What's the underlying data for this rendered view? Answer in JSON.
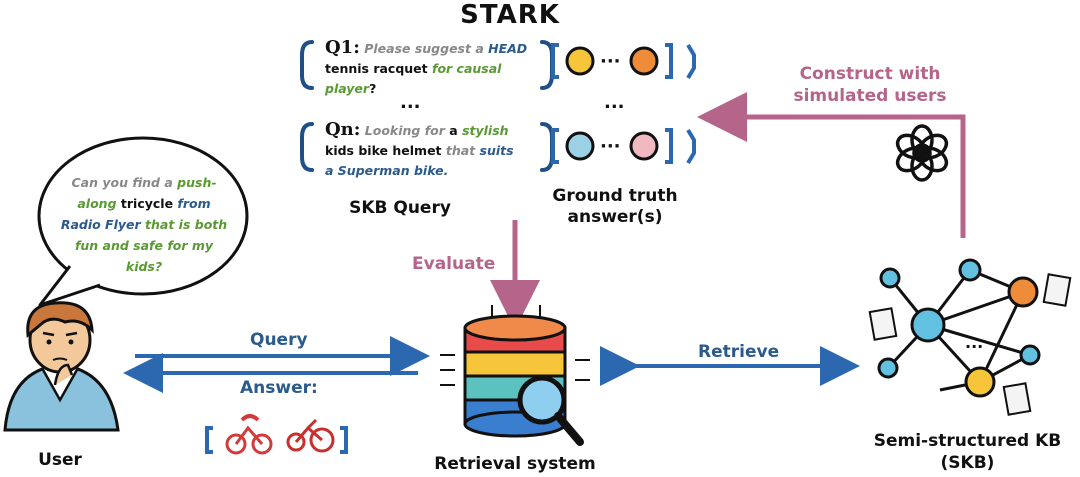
{
  "title_main": "STARK",
  "queries": {
    "q1_label": "Q1:",
    "q1_parts": [
      "Please suggest a",
      "HEAD",
      "tennis racquet",
      "for causal",
      "player",
      "?"
    ],
    "ellipsis": "...",
    "qn_label": "Qn:",
    "qn_parts": [
      "Looking for",
      "a",
      "stylish",
      "kids bike helmet",
      "that",
      "suits",
      "a Superman bike."
    ]
  },
  "labels": {
    "skb_query": "SKB Query",
    "ground_truth": "Ground truth",
    "answers": "answer(s)",
    "construct_line1": "Construct with",
    "construct_line2": "simulated users",
    "evaluate": "Evaluate",
    "query": "Query",
    "answer": "Answer:",
    "retrieve": "Retrieve",
    "user": "User",
    "retrieval_system": "Retrieval system",
    "skb_line1": "Semi-structured KB",
    "skb_line2": "(SKB)",
    "ellipsis": "..."
  },
  "bubble": {
    "parts": [
      "Can you find a",
      "push-",
      "along",
      "tricycle",
      "from",
      "Radio Flyer",
      "that is both",
      "fun and safe for my",
      "kids?"
    ]
  },
  "icons": [
    "openai-logo-icon",
    "user-avatar-icon",
    "database-search-icon",
    "tricycle-icon",
    "knowledge-graph-icon",
    "document-icon"
  ],
  "colors": {
    "pink": "#b5648a",
    "blue": "#2b68b0",
    "node_orange": "#ef8c3a",
    "node_yellow": "#f7c53a",
    "node_blue": "#62c0e0",
    "node_pink": "#f0b8c0"
  }
}
